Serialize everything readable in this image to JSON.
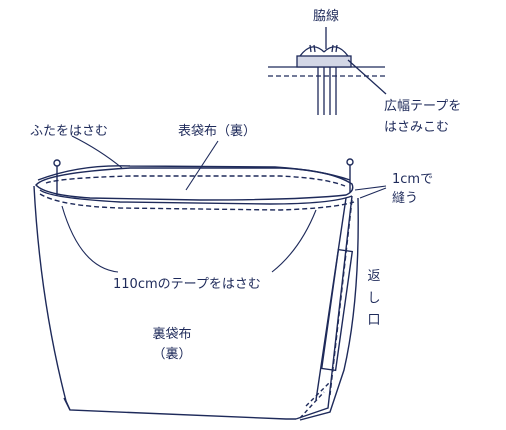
{
  "labels": {
    "side_seam": "脇線",
    "tape_insert_1": "広幅テープを",
    "tape_insert_2": "はさみこむ",
    "lid_insert": "ふたをはさむ",
    "outer_fabric": "表袋布（裏）",
    "sew_1cm_1": "1cmで",
    "sew_1cm_2": "縫う",
    "tape_110": "110cmのテープをはさむ",
    "return_1": "返",
    "return_2": "し",
    "return_3": "口",
    "lining_1": "裏袋布",
    "lining_2": "（裏）"
  },
  "colors": {
    "line": "#1e2a5a",
    "tape_fill": "#d3d7e6"
  }
}
